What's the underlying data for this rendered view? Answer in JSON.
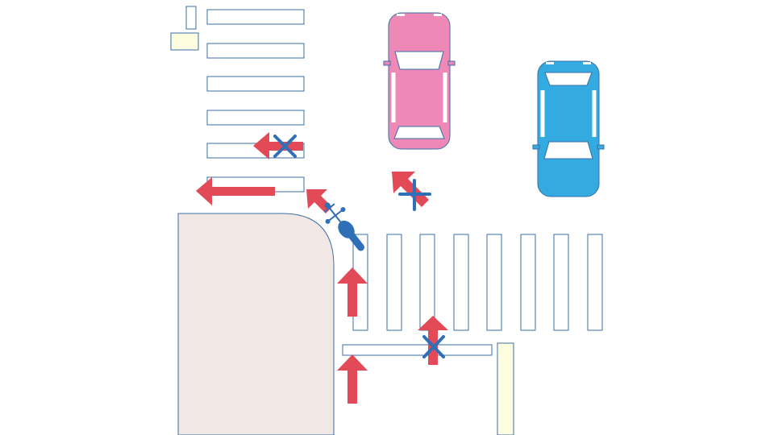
{
  "colors": {
    "background": "#ffffff",
    "sidewalk": "#f1e7e4",
    "outline": "#3a6fa8",
    "stop_line_fill": "#fffde0",
    "arrow": "#e24a57",
    "cross_mark": "#2f6fb8",
    "car_pink": "#ee89b7",
    "car_blue": "#34abe0",
    "cyclist": "#2f6fb8"
  },
  "icons": {
    "arrow": "arrow-icon",
    "prohibited": "x-mark-icon",
    "cyclist": "bicycle-icon",
    "car": "car-icon"
  },
  "scene": {
    "description_items": [
      "crosswalk-west",
      "crosswalk-south",
      "stop-line",
      "sidewalk-corner",
      "pink-car",
      "blue-car",
      "cyclist",
      "direction-arrows"
    ]
  }
}
